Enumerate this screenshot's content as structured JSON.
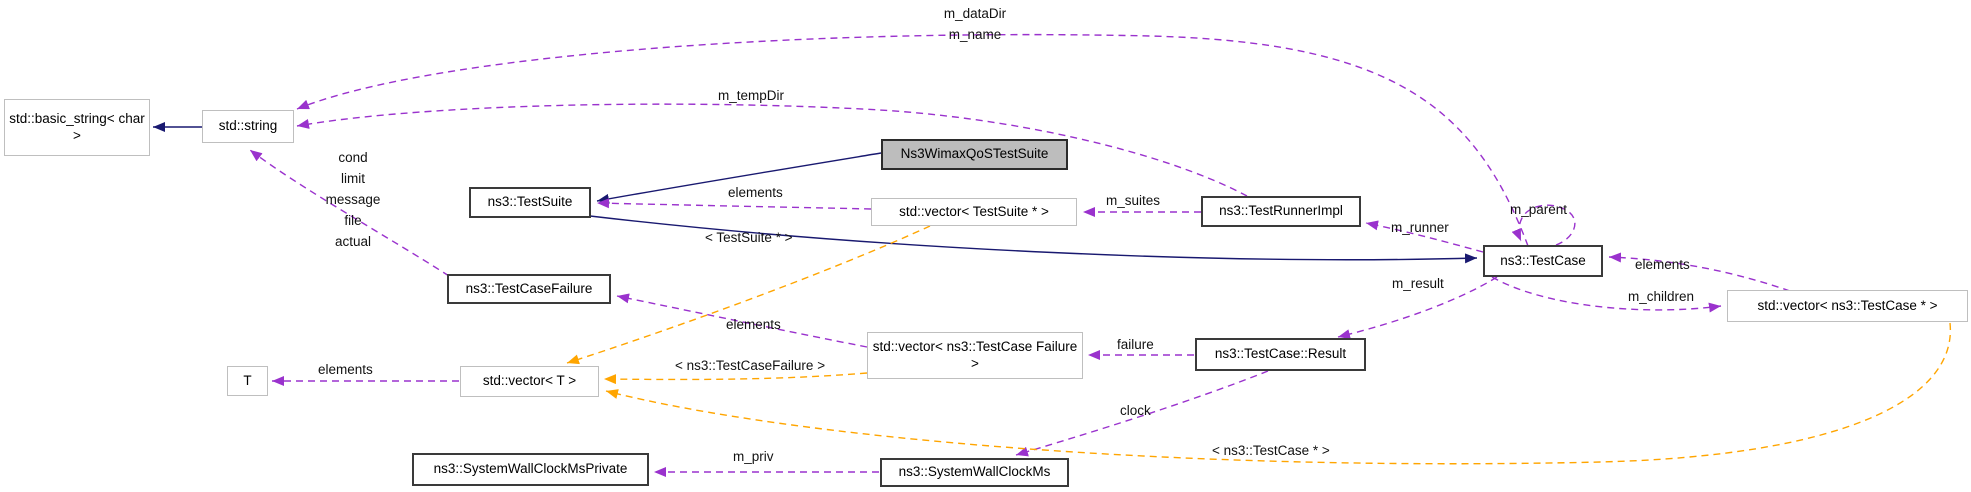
{
  "diagram": {
    "type": "doxygen-collaboration-graph",
    "colors": {
      "inheritance_edge": "#191970",
      "usage_edge": "#9a32cd",
      "template_edge": "#ffa500",
      "current_node_fill": "#bdbdbd",
      "node_border_strong": "#3a3a3a",
      "node_border_light": "#bfbfbf"
    },
    "nodes": [
      {
        "id": "basic-string",
        "label": "std::basic_string< char >"
      },
      {
        "id": "string",
        "label": "std::string"
      },
      {
        "id": "wimax-suite",
        "label": "Ns3WimaxQoSTestSuite"
      },
      {
        "id": "test-suite",
        "label": "ns3::TestSuite"
      },
      {
        "id": "vec-testsuite",
        "label": "std::vector< TestSuite * >"
      },
      {
        "id": "test-runner",
        "label": "ns3::TestRunnerImpl"
      },
      {
        "id": "test-case",
        "label": "ns3::TestCase"
      },
      {
        "id": "vec-testcase",
        "label": "std::vector< ns3::TestCase * >"
      },
      {
        "id": "testcase-failure",
        "label": "ns3::TestCaseFailure"
      },
      {
        "id": "vec-failure",
        "label": "std::vector< ns3::TestCase Failure >"
      },
      {
        "id": "result",
        "label": "ns3::TestCase::Result"
      },
      {
        "id": "T",
        "label": "T"
      },
      {
        "id": "vec-T",
        "label": "std::vector< T >"
      },
      {
        "id": "wallclock-priv",
        "label": "ns3::SystemWallClockMsPrivate"
      },
      {
        "id": "wallclock",
        "label": "ns3::SystemWallClockMs"
      }
    ],
    "edge_labels": [
      {
        "id": "m-datadir-m-name",
        "text": "m_dataDir\nm_name"
      },
      {
        "id": "m-tempdir",
        "text": "m_tempDir"
      },
      {
        "id": "failure-fields",
        "text": "cond\nlimit\nmessage\nfile\nactual"
      },
      {
        "id": "elements-suite",
        "text": "elements"
      },
      {
        "id": "m-suites",
        "text": "m_suites"
      },
      {
        "id": "m-runner",
        "text": "m_runner"
      },
      {
        "id": "m-parent",
        "text": "m_parent"
      },
      {
        "id": "elements-case",
        "text": "elements"
      },
      {
        "id": "m-children",
        "text": "m_children"
      },
      {
        "id": "m-result",
        "text": "m_result"
      },
      {
        "id": "failure",
        "text": "failure"
      },
      {
        "id": "clock",
        "text": "clock"
      },
      {
        "id": "elements-failure",
        "text": "elements"
      },
      {
        "id": "elements-T",
        "text": "elements"
      },
      {
        "id": "m-priv",
        "text": "m_priv"
      },
      {
        "id": "tpl-testsuite",
        "text": "< TestSuite * >"
      },
      {
        "id": "tpl-failure",
        "text": "< ns3::TestCaseFailure >"
      },
      {
        "id": "tpl-testcase",
        "text": "< ns3::TestCase * >"
      }
    ]
  }
}
